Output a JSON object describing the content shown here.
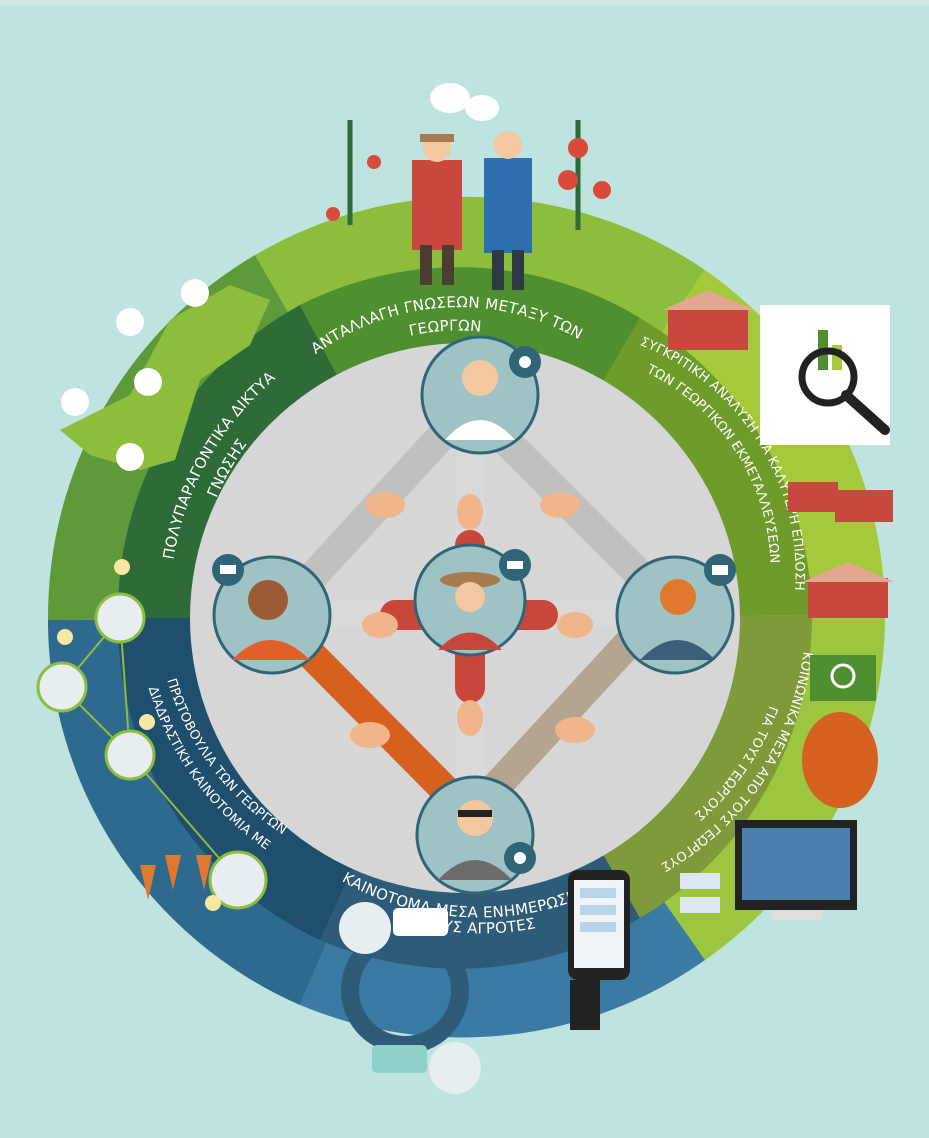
{
  "segments": {
    "top": {
      "line1": "ΑΝΤΑΛΛΑΓΗ ΓΝΩΣΕΩΝ ΜΕΤΑΞΥ ΤΩΝ",
      "line2": "ΓΕΩΡΓΩΝ",
      "color": "#4f8f2f"
    },
    "top_right": {
      "line1": "ΣΥΓΚΡΙΤΙΚΗ ΑΝΑΛΥΣΗ ΓΙΑ ΚΑΛΥΤΕΡΗ ΕΠΙΔΟΣΗ",
      "line2": "ΤΩΝ ΓΕΩΡΓΙΚΩΝ ΕΚΜΕΤΑΛΛΕΥΣΕΩΝ",
      "color": "#6e9b2a"
    },
    "right": {
      "line1": "ΚΟΙΝΩΝΙΚΑ ΜΕΣΑ ΑΠΟ ΤΟΥΣ ΓΕΩΡΓΟΥΣ",
      "line2": "ΓΙΑ ΤΟΥΣ ΓΕΩΡΓΟΥΣ",
      "color": "#7f9a3b"
    },
    "bottom": {
      "line1": "ΚΑΙΝΟΤΟΜΑ ΜΕΣΑ ΕΝΗΜΕΡΩΣΗΣ",
      "line2": "ΓΙΑ ΤΟΥΣ ΑΓΡΟΤΕΣ",
      "color": "#2e5c78"
    },
    "left_bottom": {
      "line1": "ΔΙΑΔΡΑΣΤΙΚΗ ΚΑΙΝΟΤΟΜΙΑ ΜΕ",
      "line2": "ΠΡΩΤΟΒΟΥΛΙΑ ΤΩΝ ΓΕΩΡΓΩΝ",
      "color": "#1f4f6c"
    },
    "left_top": {
      "line1": "ΠΟΛΥΠΑΡΑΓΟΝΤΙΚΑ ΔΙΚΤΥΑ",
      "line2": "ΓΝΩΣΗΣ",
      "color": "#2f6a39"
    }
  },
  "icons": {
    "centre": "farmer-icon",
    "top": "doctor-icon",
    "left": "woman-icon",
    "right": "businessman-icon",
    "bottom": "hipster-icon"
  },
  "colors": {
    "background": "#bfe3de",
    "outer_light_green": "#8dbd3d",
    "inner_grey": "#d6d6d6",
    "blue": "#2e6a8f"
  }
}
